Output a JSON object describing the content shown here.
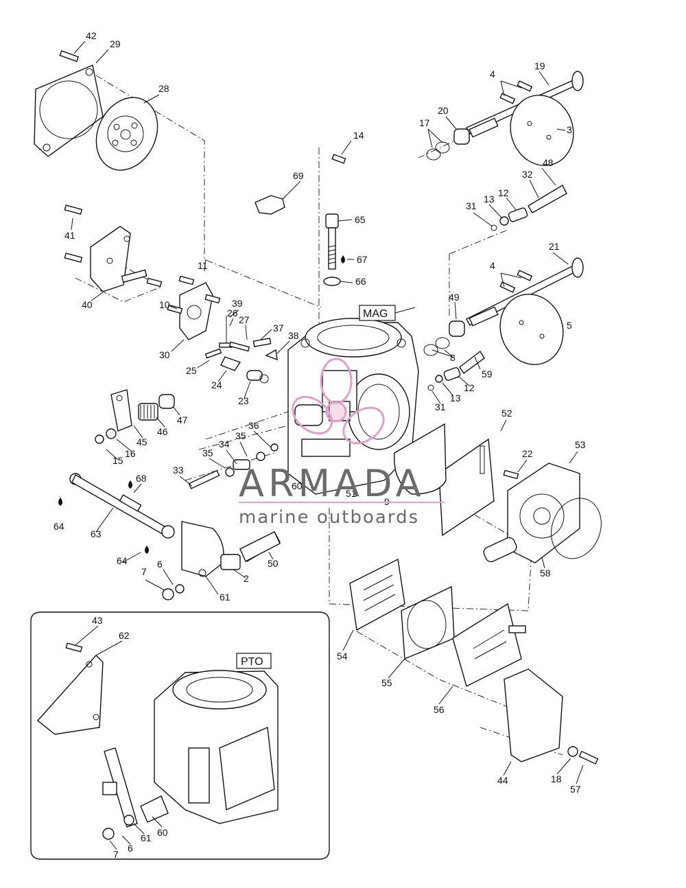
{
  "diagram": {
    "labels": {
      "l42": "42",
      "l29": "29",
      "l28": "28",
      "l19": "19",
      "l4a": "4",
      "l3": "3",
      "l20": "20",
      "l17": "17",
      "l14": "14",
      "l69": "69",
      "l48": "48",
      "l32": "32",
      "l31a": "31",
      "l13a": "13",
      "l12a": "12",
      "l41": "41",
      "l65": "65",
      "l67": "67",
      "l11": "11",
      "l21": "21",
      "l4b": "4",
      "l66": "66",
      "l40": "40",
      "l39": "39",
      "l10": "10",
      "l26": "26",
      "l27": "27",
      "l49": "49",
      "l5": "5",
      "l37": "37",
      "l38": "38",
      "l30": "30",
      "l8": "8",
      "l25": "25",
      "l24": "24",
      "l59": "59",
      "l23": "23",
      "l12b": "12",
      "l13b": "13",
      "l47": "47",
      "l46": "46",
      "l31b": "31",
      "l45": "45",
      "l36": "36",
      "l52": "52",
      "l16": "16",
      "l15": "15",
      "l35a": "35",
      "l35b": "35",
      "l34": "34",
      "l22": "22",
      "l53": "53",
      "l33": "33",
      "l68": "68",
      "l60a": "60",
      "l51": "51",
      "l9": "9",
      "l64a": "64",
      "l63": "63",
      "l50": "50",
      "l64b": "64",
      "l2": "2",
      "l58": "58",
      "l7a": "7",
      "l6a": "6",
      "l61a": "61",
      "l43": "43",
      "l62": "62",
      "l54": "54",
      "l55": "55",
      "l56": "56",
      "l44": "44",
      "l18": "18",
      "l57": "57",
      "l61b": "61",
      "l60b": "60",
      "l6b": "6",
      "l7b": "7"
    },
    "boxes": {
      "mag": "MAG",
      "pto": "PTO"
    }
  },
  "watermark": {
    "brand": "ARMADA",
    "tagline": "marine outboards",
    "logo_color": "#e0a0c8"
  }
}
